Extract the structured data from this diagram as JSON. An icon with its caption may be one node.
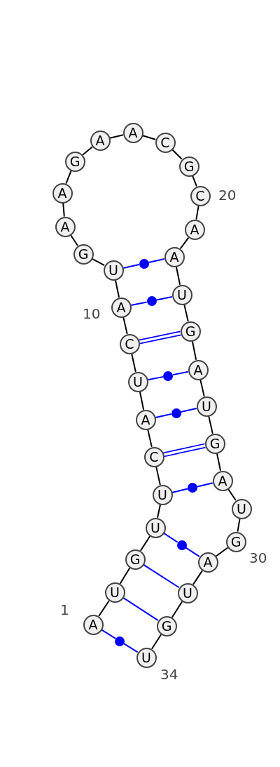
{
  "diagram": {
    "nodes": [
      {
        "text": [
          "A"
        ],
        "beside": [
          "1"
        ]
      },
      {
        "text": [
          "U"
        ]
      },
      {
        "text": [
          "G"
        ]
      },
      {
        "text": [
          "U"
        ]
      },
      {
        "text": [
          "U"
        ]
      },
      {
        "text": [
          "C"
        ]
      },
      {
        "text": [
          "A"
        ]
      },
      {
        "text": [
          "U"
        ]
      },
      {
        "text": [
          "C"
        ]
      },
      {
        "text": [
          "A"
        ],
        "beside": [
          "10"
        ]
      },
      {
        "text": [
          "U"
        ]
      },
      {
        "text": [
          "G"
        ]
      },
      {
        "text": [
          "A"
        ]
      },
      {
        "text": [
          "A"
        ]
      },
      {
        "text": [
          "G"
        ]
      },
      {
        "text": [
          "A"
        ]
      },
      {
        "text": [
          "A"
        ]
      },
      {
        "text": [
          "C"
        ]
      },
      {
        "text": [
          "G"
        ]
      },
      {
        "text": [
          "C"
        ],
        "beside": [
          "20"
        ]
      },
      {
        "text": [
          "A"
        ]
      },
      {
        "text": [
          "A"
        ]
      },
      {
        "text": [
          "U"
        ]
      },
      {
        "text": [
          "G"
        ]
      },
      {
        "text": [
          "A"
        ]
      },
      {
        "text": [
          "U"
        ]
      },
      {
        "text": [
          "G"
        ]
      },
      {
        "text": [
          "A"
        ]
      },
      {
        "text": [
          "U"
        ]
      },
      {
        "text": [
          "G"
        ],
        "beside": [
          "30"
        ]
      },
      {
        "text": [
          "A"
        ]
      },
      {
        "text": [
          "U"
        ]
      },
      {
        "text": [
          "G"
        ]
      },
      {
        "text": [
          "U"
        ],
        "beside": [
          "34"
        ]
      },
      {
        "text": [],
        "shape": "dot"
      },
      {
        "text": [],
        "shape": "dot"
      },
      {
        "text": [],
        "shape": "dot"
      },
      {
        "text": [],
        "shape": "dot"
      },
      {
        "text": [],
        "shape": "dot"
      },
      {
        "text": [],
        "shape": "dot"
      },
      {
        "text": [],
        "shape": "dot"
      }
    ],
    "edges": [
      {
        "from": 0,
        "to": 1,
        "arrow": "none"
      },
      {
        "from": 1,
        "to": 2,
        "arrow": "none"
      },
      {
        "from": 2,
        "to": 3,
        "arrow": "none"
      },
      {
        "from": 3,
        "to": 4,
        "arrow": "none"
      },
      {
        "from": 4,
        "to": 5,
        "arrow": "none"
      },
      {
        "from": 5,
        "to": 6,
        "arrow": "none"
      },
      {
        "from": 6,
        "to": 7,
        "arrow": "none"
      },
      {
        "from": 7,
        "to": 8,
        "arrow": "none"
      },
      {
        "from": 8,
        "to": 9,
        "arrow": "none"
      },
      {
        "from": 9,
        "to": 10,
        "arrow": "none"
      },
      {
        "from": 10,
        "to": 11,
        "arrow": "none"
      },
      {
        "from": 11,
        "to": 12,
        "arrow": "none"
      },
      {
        "from": 12,
        "to": 13,
        "arrow": "none"
      },
      {
        "from": 13,
        "to": 14,
        "arrow": "none"
      },
      {
        "from": 14,
        "to": 15,
        "arrow": "none"
      },
      {
        "from": 15,
        "to": 16,
        "arrow": "none"
      },
      {
        "from": 16,
        "to": 17,
        "arrow": "none"
      },
      {
        "from": 17,
        "to": 18,
        "arrow": "none"
      },
      {
        "from": 18,
        "to": 19,
        "arrow": "none"
      },
      {
        "from": 19,
        "to": 20,
        "arrow": "none"
      },
      {
        "from": 20,
        "to": 21,
        "arrow": "none"
      },
      {
        "from": 21,
        "to": 22,
        "arrow": "none"
      },
      {
        "from": 22,
        "to": 23,
        "arrow": "none"
      },
      {
        "from": 23,
        "to": 24,
        "arrow": "none"
      },
      {
        "from": 24,
        "to": 25,
        "arrow": "none"
      },
      {
        "from": 25,
        "to": 26,
        "arrow": "none"
      },
      {
        "from": 26,
        "to": 27,
        "arrow": "none"
      },
      {
        "from": 27,
        "to": 28,
        "arrow": "none"
      },
      {
        "from": 28,
        "to": 29,
        "arrow": "none"
      },
      {
        "from": 29,
        "to": 30,
        "arrow": "none"
      },
      {
        "from": 30,
        "to": 31,
        "arrow": "none"
      },
      {
        "from": 31,
        "to": 32,
        "arrow": "none"
      },
      {
        "from": 32,
        "to": 33,
        "arrow": "none"
      },
      {
        "from": 0,
        "to": 40,
        "arrow": "none",
        "color": "#0000ff"
      },
      {
        "from": 40,
        "to": 33,
        "arrow": "none",
        "color": "#0000ff"
      },
      {
        "from": 1,
        "to": 32,
        "arrow": "none",
        "color": "#0000ff"
      },
      {
        "from": 2,
        "to": 31,
        "arrow": "none",
        "color": "#0000ff"
      },
      {
        "from": 3,
        "to": 39,
        "arrow": "none",
        "color": "#0000ff"
      },
      {
        "from": 39,
        "to": 30,
        "arrow": "none",
        "color": "#0000ff"
      },
      {
        "from": 4,
        "to": 38,
        "arrow": "none",
        "color": "#0000ff"
      },
      {
        "from": 38,
        "to": 27,
        "arrow": "none",
        "color": "#0000ff"
      },
      {
        "from": 5,
        "to": 26,
        "arrow": "none",
        "color": "#0000ff"
      },
      {
        "from": 5,
        "to": 26,
        "arrow": "none",
        "color": "#0000ff"
      },
      {
        "from": 6,
        "to": 37,
        "arrow": "none",
        "color": "#0000ff"
      },
      {
        "from": 37,
        "to": 25,
        "arrow": "none",
        "color": "#0000ff"
      },
      {
        "from": 7,
        "to": 36,
        "arrow": "none",
        "color": "#0000ff"
      },
      {
        "from": 36,
        "to": 24,
        "arrow": "none",
        "color": "#0000ff"
      },
      {
        "from": 8,
        "to": 23,
        "arrow": "none",
        "color": "#0000ff"
      },
      {
        "from": 8,
        "to": 23,
        "arrow": "none",
        "color": "#0000ff"
      },
      {
        "from": 9,
        "to": 35,
        "arrow": "none",
        "color": "#0000ff"
      },
      {
        "from": 35,
        "to": 22,
        "arrow": "none",
        "color": "#0000ff"
      },
      {
        "from": 10,
        "to": 34,
        "arrow": "none",
        "color": "#0000ff"
      },
      {
        "from": 34,
        "to": 21,
        "arrow": "none",
        "color": "#0000ff"
      }
    ]
  }
}
